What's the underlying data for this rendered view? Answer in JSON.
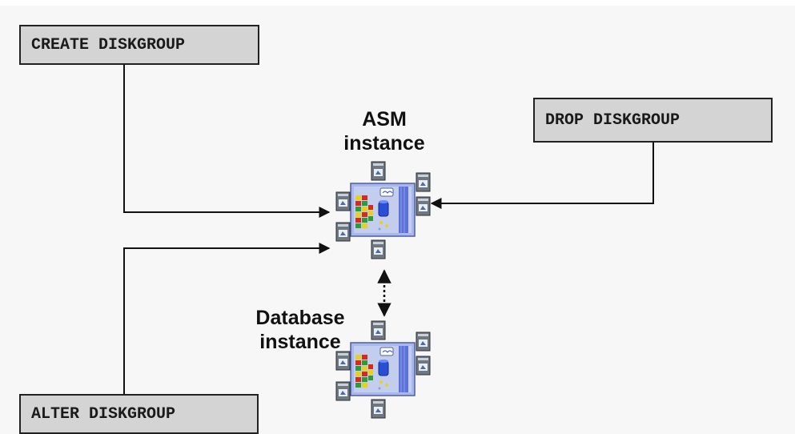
{
  "commands": {
    "create": "CREATE DISKGROUP",
    "drop": "DROP DISKGROUP",
    "alter": "ALTER DISKGROUP"
  },
  "instances": {
    "asm": {
      "line1": "ASM",
      "line2": "instance"
    },
    "database": {
      "line1": "Database",
      "line2": "instance"
    }
  },
  "colors": {
    "box_fill": "#d4d4d4",
    "line": "#111111",
    "panel_blue": "#a8b8ee",
    "disk_red": "#d62a1a",
    "disk_yellow": "#e6d21e",
    "disk_green": "#2e9a3a"
  },
  "icons": [
    "server-cluster-icon",
    "disk-drive-icon"
  ]
}
